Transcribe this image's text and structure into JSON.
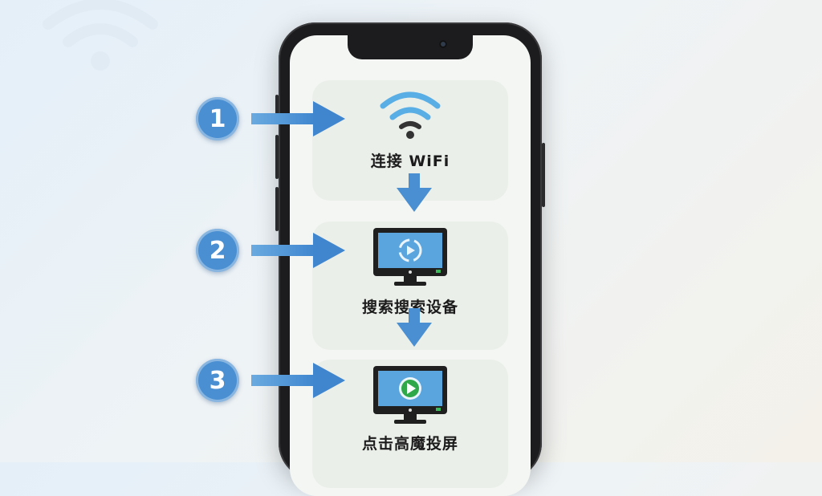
{
  "steps": [
    {
      "number": "1",
      "label": "连接 WiFi",
      "icon": "wifi-icon"
    },
    {
      "number": "2",
      "label": "搜索搜索设备",
      "icon": "monitor-search-icon"
    },
    {
      "number": "3",
      "label": "点击高魔投屏",
      "icon": "monitor-play-icon"
    }
  ],
  "colors": {
    "accent_blue": "#4a8fd2",
    "wifi_blue": "#5aaee6",
    "monitor_screen": "#5aa5de",
    "play_green": "#2fa84a",
    "phone_frame": "#1c1c1e"
  }
}
